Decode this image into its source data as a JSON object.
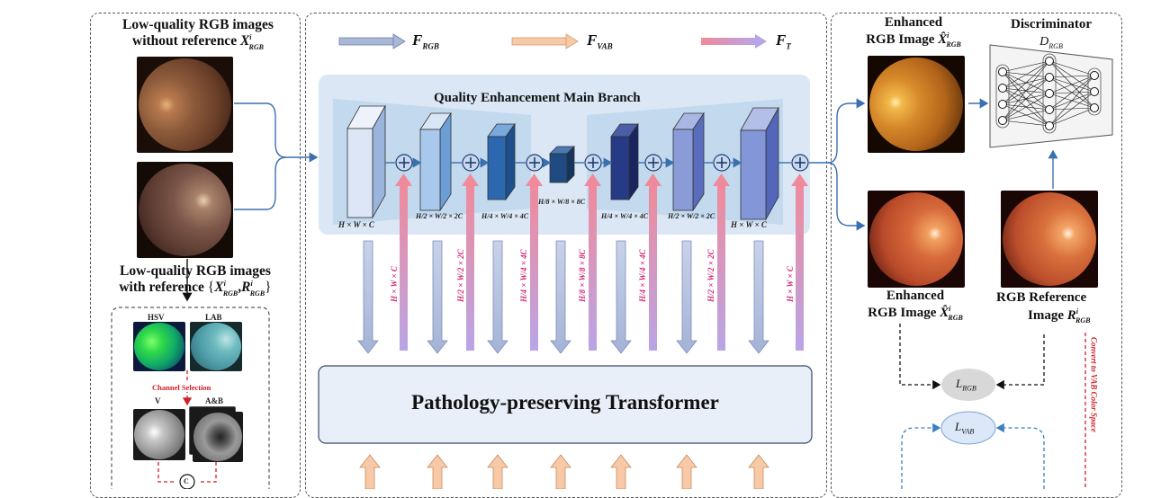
{
  "left": {
    "title_line1": "Low-quality RGB images",
    "title_line2": "without reference",
    "ref_title_line1": "Low-quality RGB images",
    "ref_title_line2": "with reference",
    "hsv": "HSV",
    "lab": "LAB",
    "channel_selection": "Channel Selection",
    "v": "V",
    "ab": "A&B",
    "concat": "C"
  },
  "legend": {
    "rgb": "F",
    "rgb_sub": "RGB",
    "vab": "F",
    "vab_sub": "VAB",
    "t": "F",
    "t_sub": "T"
  },
  "main": {
    "branch_title": "Quality Enhancement Main Branch",
    "transformer": "Pathology-preserving Transformer"
  },
  "right": {
    "enh1_line1": "Enhanced",
    "enh1_line2": "RGB Image",
    "discriminator": "Discriminator",
    "d_rgb": "D",
    "d_sub": "RGB",
    "enh2_line1": "Enhanced",
    "enh2_line2": "RGB Image",
    "ref_line1": "RGB Reference",
    "ref_line2": "Image",
    "l_rgb": "L",
    "l_rgb_sub": "RGB",
    "l_vab": "L",
    "l_vab_sub": "VAB",
    "convert": "Convert to VAB Color Space"
  },
  "dims": {
    "d1": "H × W × C",
    "d2": "H/2 × W/2 × 2C",
    "d3": "H/4 × W/4 × 4C",
    "d4": "H/8 × W/8 × 8C",
    "d5": "H/4 × W/4 × 4C",
    "d6": "H/2 × W/2 × 2C",
    "d7": "H × W × C"
  },
  "colors": {
    "rgb_arrow": "#aab8d8",
    "vab_arrow": "#f7c9a6",
    "t_arrow_top": "#f08a9a",
    "t_arrow_bottom": "#b9a5e6",
    "panel_bg": "#dbe7f5",
    "transformer_bg": "#e8eff8"
  }
}
